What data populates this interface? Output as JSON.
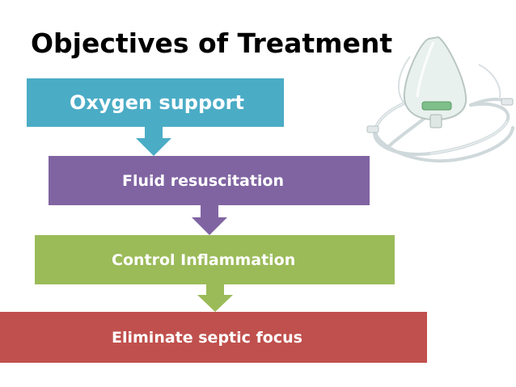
{
  "slide": {
    "title": "Objectives of Treatment"
  },
  "steps": [
    {
      "label": "Oxygen support",
      "color": "#4BACC6"
    },
    {
      "label": "Fluid resuscitation",
      "color": "#8064A2"
    },
    {
      "label": "Control Inflammation",
      "color": "#9BBB59"
    },
    {
      "label": "Eliminate septic focus",
      "color": "#C0504D"
    }
  ],
  "image": {
    "icon": "oxygen-mask-icon"
  }
}
